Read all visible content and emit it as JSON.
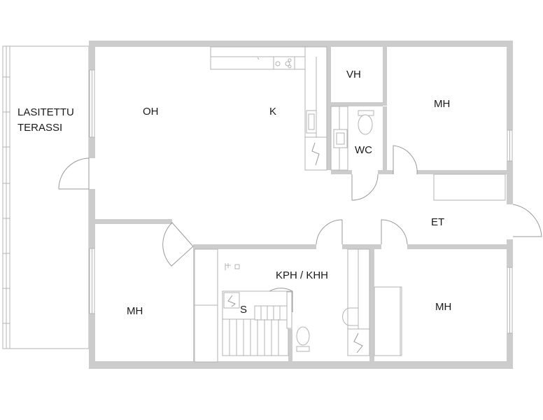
{
  "rooms": {
    "terrace_line1": "LASITETTU",
    "terrace_line2": "TERASSI",
    "living": "OH",
    "kitchen": "K",
    "closet": "VH",
    "wc": "WC",
    "bedroom_top_right": "MH",
    "hall": "ET",
    "bedroom_left": "MH",
    "bathroom": "KPH / KHH",
    "sauna": "S",
    "bedroom_bottom_right": "MH"
  },
  "colors": {
    "wall": "#cccccc",
    "line": "#b3b3b3",
    "text": "#1a1a1a"
  }
}
